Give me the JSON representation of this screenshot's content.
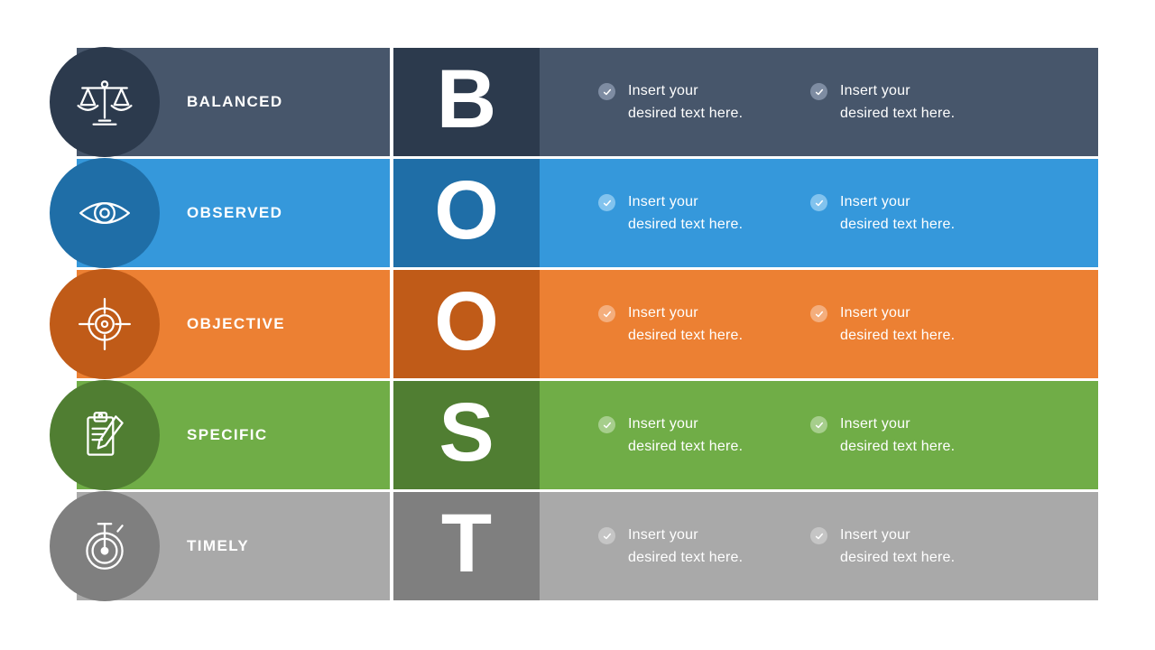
{
  "style": {
    "background": "#FFFFFF",
    "text_color": "#FFFFFF"
  },
  "acronym": "BOOST",
  "placeholder": {
    "line1": "Insert your",
    "line2": "desired text here."
  },
  "bullet_icon": "check-icon",
  "rows": [
    {
      "letter": "B",
      "label": "BALANCED",
      "icon": "balance-scale-icon",
      "colors": {
        "bar": "#47566B",
        "dark": "#2C3A4D",
        "bullet": "#7E8CA2"
      },
      "items": [
        {
          "line1": "Insert your",
          "line2": "desired text here."
        },
        {
          "line1": "Insert your",
          "line2": "desired text here."
        }
      ]
    },
    {
      "letter": "O",
      "label": "OBSERVED",
      "icon": "eye-icon",
      "colors": {
        "bar": "#3598DB",
        "dark": "#1F6EA7",
        "bullet": "#82C3EE"
      },
      "items": [
        {
          "line1": "Insert your",
          "line2": "desired text here."
        },
        {
          "line1": "Insert your",
          "line2": "desired text here."
        }
      ]
    },
    {
      "letter": "O",
      "label": "OBJECTIVE",
      "icon": "target-icon",
      "colors": {
        "bar": "#EC8033",
        "dark": "#C05B18",
        "bullet": "#F4AE7D"
      },
      "items": [
        {
          "line1": "Insert your",
          "line2": "desired text here."
        },
        {
          "line1": "Insert your",
          "line2": "desired text here."
        }
      ]
    },
    {
      "letter": "S",
      "label": "SPECIFIC",
      "icon": "clipboard-pencil-icon",
      "colors": {
        "bar": "#70AD47",
        "dark": "#507E32",
        "bullet": "#A6CE8C"
      },
      "items": [
        {
          "line1": "Insert your",
          "line2": "desired text here."
        },
        {
          "line1": "Insert your",
          "line2": "desired text here."
        }
      ]
    },
    {
      "letter": "T",
      "label": "TIMELY",
      "icon": "stopwatch-icon",
      "colors": {
        "bar": "#A9A9A9",
        "dark": "#7F7F7F",
        "bullet": "#C5C5C5"
      },
      "items": [
        {
          "line1": "Insert your",
          "line2": "desired text here."
        },
        {
          "line1": "Insert your",
          "line2": "desired text here."
        }
      ]
    }
  ]
}
